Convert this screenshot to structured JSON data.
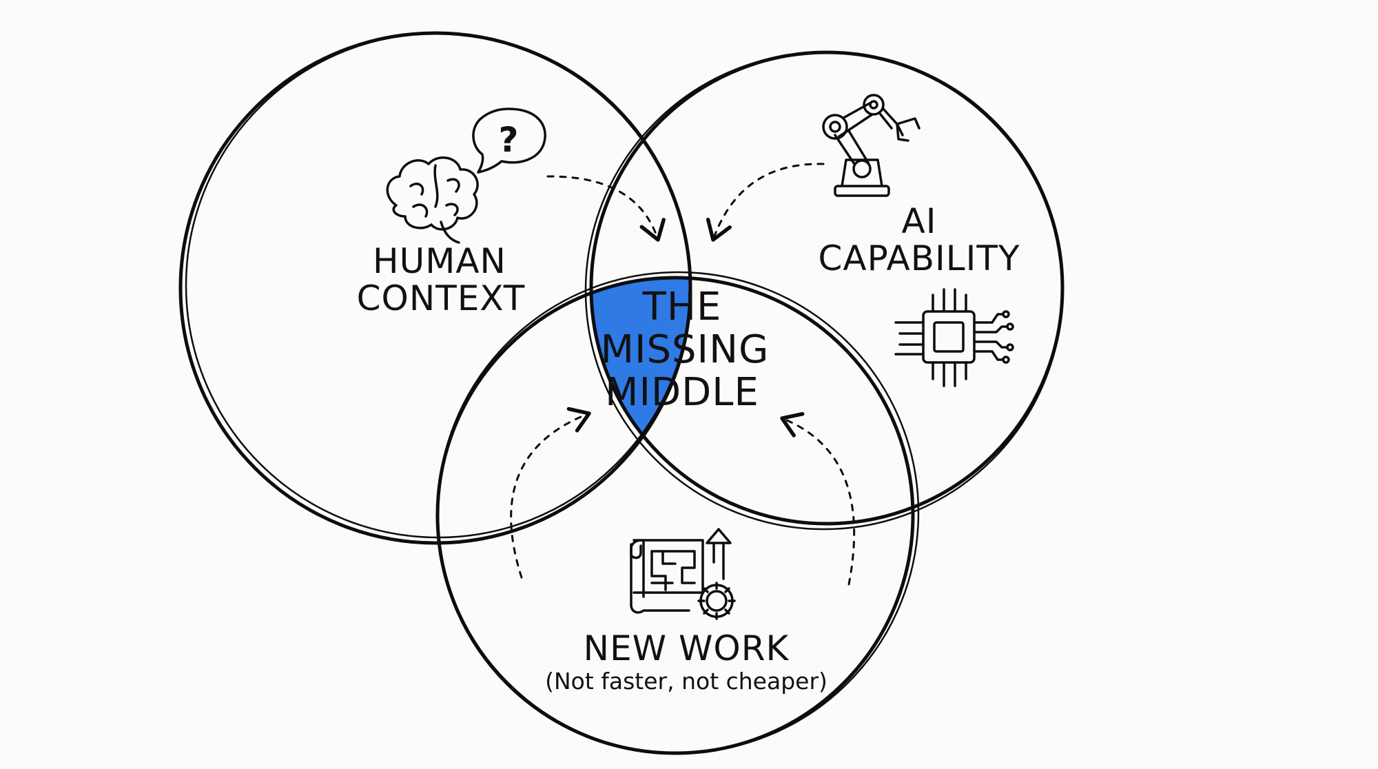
{
  "diagram": {
    "circles": {
      "top_left": {
        "label_line1": "HUMAN",
        "label_line2": "CONTEXT",
        "icon": "brain-with-question-bubble-icon"
      },
      "top_right": {
        "label_line1": "AI",
        "label_line2": "CAPABILITY",
        "icons": [
          "robot-arm-icon",
          "microchip-icon"
        ]
      },
      "bottom": {
        "label": "NEW WORK",
        "sublabel": "(Not faster, not cheaper)",
        "icon": "blueprint-gear-growth-icon"
      }
    },
    "center": {
      "line1": "THE",
      "line2": "MISSING",
      "line3": "MIDDLE",
      "fill_color": "#2f7ae5"
    },
    "colors": {
      "ink": "#0d0d0d",
      "background": "#fbfbf9",
      "accent": "#2f7ae5"
    }
  }
}
